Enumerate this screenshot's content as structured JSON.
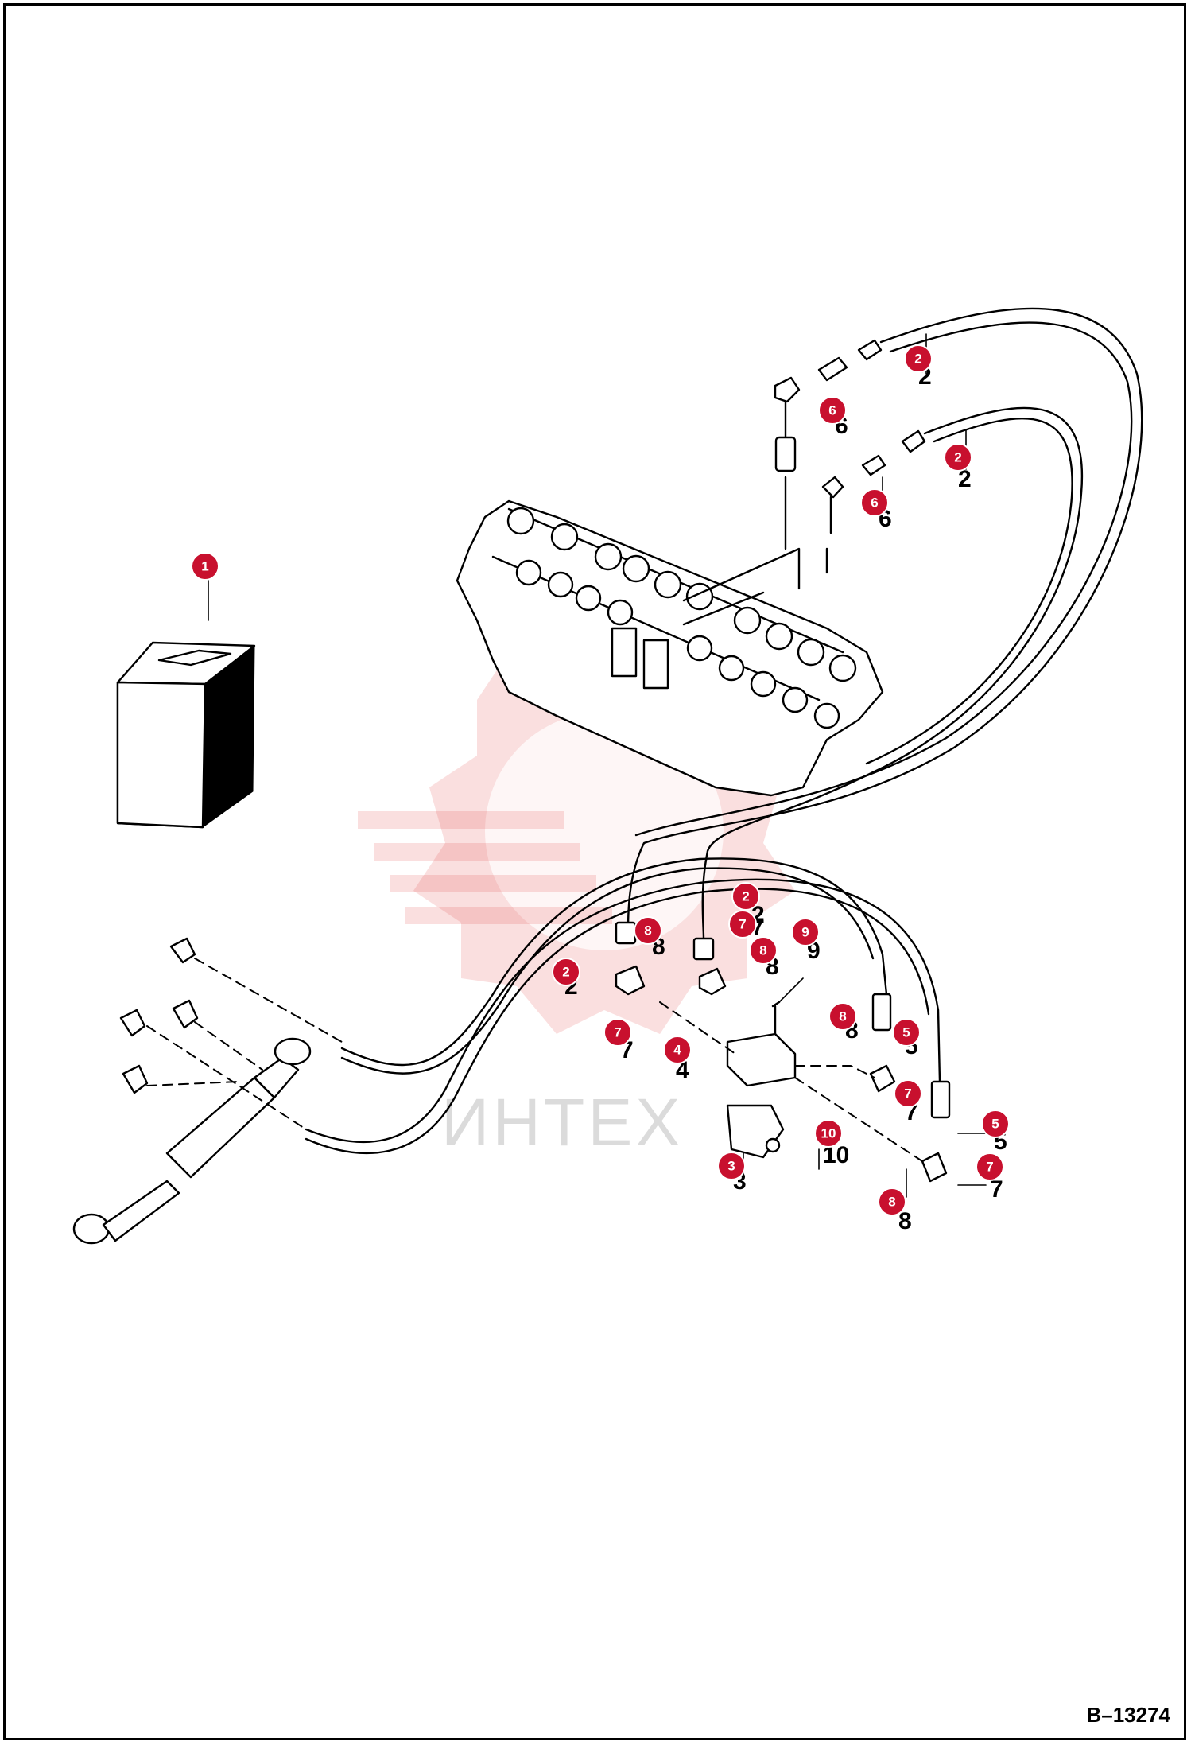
{
  "figure_code": "B–13274",
  "watermark": {
    "text": "ИНТЕХ",
    "color": "#e23b3b"
  },
  "badge_color": "#c8102e",
  "callouts": [
    {
      "id": "c1",
      "label": "1",
      "printed": ""
    },
    {
      "id": "c2a",
      "label": "2",
      "printed": "2"
    },
    {
      "id": "c2b",
      "label": "2",
      "printed": "2"
    },
    {
      "id": "c2c",
      "label": "2",
      "printed": "2"
    },
    {
      "id": "c2d",
      "label": "2",
      "printed": "2"
    },
    {
      "id": "c3",
      "label": "3",
      "printed": "3"
    },
    {
      "id": "c4",
      "label": "4",
      "printed": "4"
    },
    {
      "id": "c5a",
      "label": "5",
      "printed": "5"
    },
    {
      "id": "c5b",
      "label": "5",
      "printed": "5"
    },
    {
      "id": "c6a",
      "label": "6",
      "printed": "6"
    },
    {
      "id": "c6b",
      "label": "6",
      "printed": "6"
    },
    {
      "id": "c7a",
      "label": "7",
      "printed": "7"
    },
    {
      "id": "c7b",
      "label": "7",
      "printed": "7"
    },
    {
      "id": "c7c",
      "label": "7",
      "printed": "7"
    },
    {
      "id": "c7d",
      "label": "7",
      "printed": "7"
    },
    {
      "id": "c8a",
      "label": "8",
      "printed": "8"
    },
    {
      "id": "c8b",
      "label": "8",
      "printed": "8"
    },
    {
      "id": "c8c",
      "label": "8",
      "printed": "8"
    },
    {
      "id": "c8d",
      "label": "8",
      "printed": "8"
    },
    {
      "id": "c9",
      "label": "9",
      "printed": "9"
    },
    {
      "id": "c10",
      "label": "10",
      "printed": "10"
    }
  ]
}
